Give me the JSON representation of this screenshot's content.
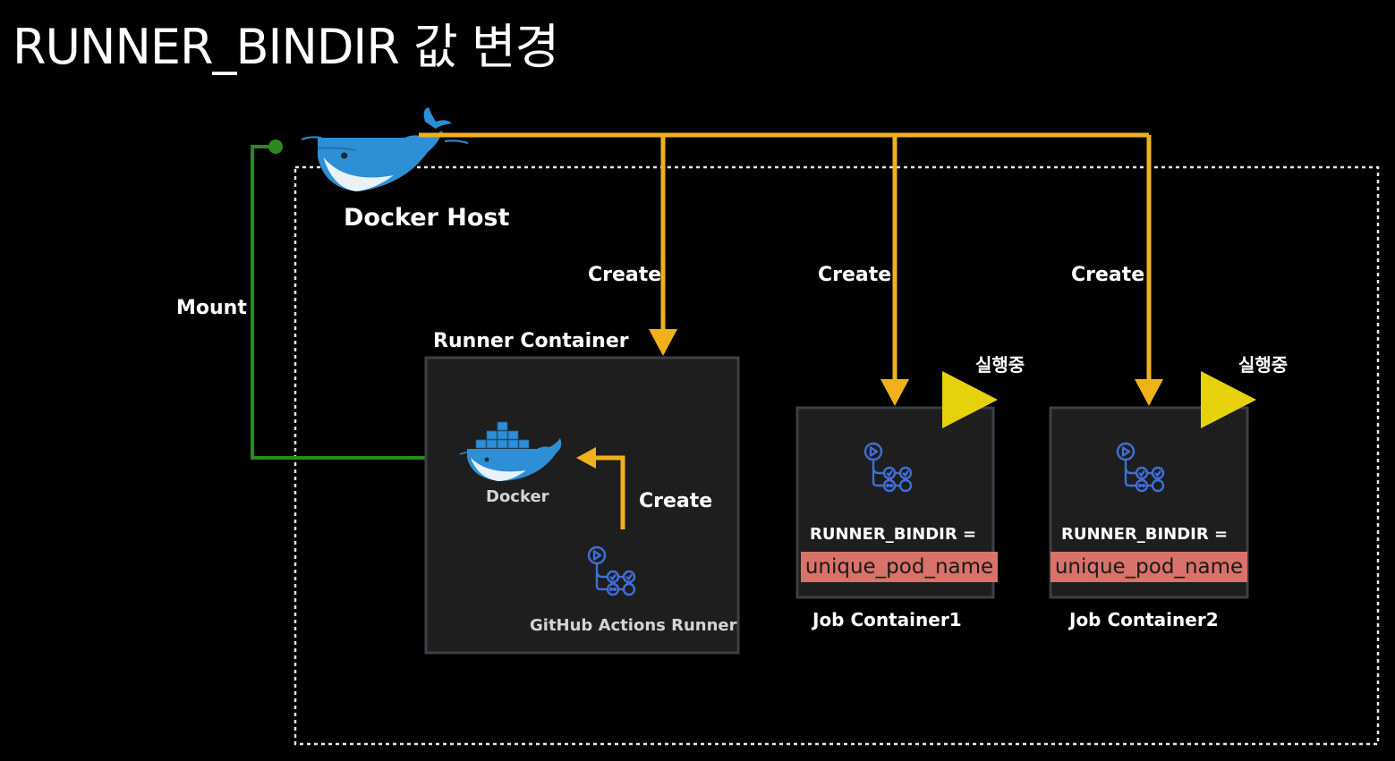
{
  "title": "RUNNER_BINDIR 값 변경",
  "docker_host": {
    "label": "Docker Host"
  },
  "mount": {
    "label": "Mount"
  },
  "create_labels": [
    "Create",
    "Create",
    "Create",
    "Create"
  ],
  "runner_container": {
    "title": "Runner Container",
    "docker_label": "Docker",
    "runner_label": "GitHub Actions Runner"
  },
  "job_containers": [
    {
      "title": "Job Container1",
      "status": "실행중",
      "env_label": "RUNNER_BINDIR =",
      "env_value": "unique_pod_name"
    },
    {
      "title": "Job Container2",
      "status": "실행중",
      "env_label": "RUNNER_BINDIR =",
      "env_value": "unique_pod_name"
    }
  ],
  "colors": {
    "background": "#000000",
    "arrow_create": "#f0b21a",
    "mount_line": "#2a8a1e",
    "running_triangle": "#e6d20c",
    "highlight": "#d8726a",
    "container_border": "#3b4047",
    "container_fill": "#1e1e1e",
    "docker_blue": "#2d8fd5",
    "actions_icon": "#3f6fd6"
  },
  "icons": [
    "docker-whale-icon",
    "github-actions-icon",
    "play-triangle-icon"
  ]
}
